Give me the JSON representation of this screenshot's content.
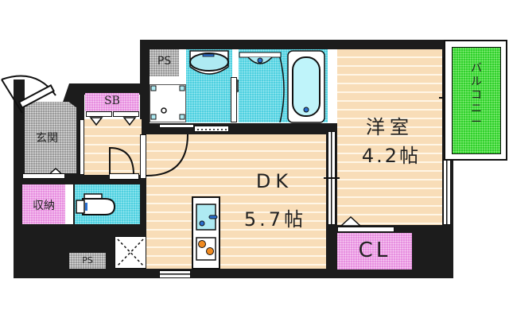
{
  "floor_plan": {
    "rooms": {
      "western_room": {
        "name": "洋室",
        "size": "4.2帖"
      },
      "dk": {
        "name": "DK",
        "size": "5.7帖"
      },
      "balcony": {
        "name": "バルコニー"
      },
      "entrance": {
        "name": "玄関"
      },
      "storage": {
        "name": "収納"
      },
      "closet": {
        "name": "CL"
      },
      "shoe_box": {
        "name": "SB"
      },
      "ps_top": {
        "name": "PS"
      },
      "ps_bottom": {
        "name": "PS"
      }
    },
    "colors": {
      "floor": "#f8ddb8",
      "wet_area": "#4fd0e0",
      "storage": "#e78fe0",
      "balcony": "#30d02c",
      "service": "#9a9a9a",
      "wall": "#1c1c1c"
    }
  }
}
